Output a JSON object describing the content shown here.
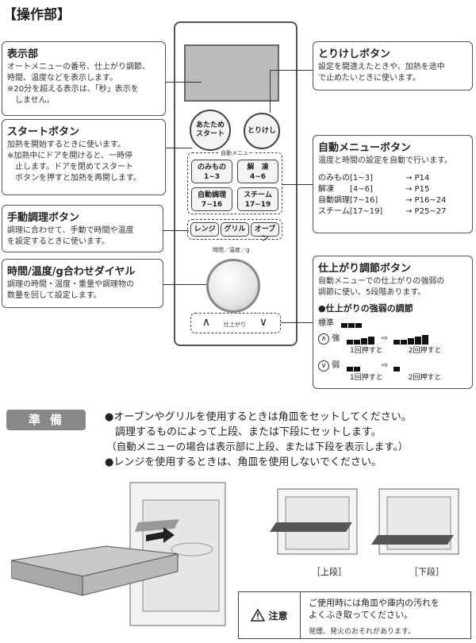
{
  "title": "【操作部】",
  "callouts": {
    "display": {
      "title": "表示部",
      "body": "オートメニューの番号、仕上がり調節、\n時間、温度などを表示します。\n※20分を超える表示は、「秒」表示を\n　しません。"
    },
    "start": {
      "title": "スタートボタン",
      "body": "加熱を開始するときに使います。\n※加熱中にドアを開けると、一時停\n　止します。ドアを閉めてスタート\n　ボタンを押すと加熱を再開します。"
    },
    "manual": {
      "title": "手動調理ボタン",
      "body": "調理に合わせて、手動で時間や温度\nを設定するときに使います。"
    },
    "dial": {
      "title": "時間/温度/g合わせダイヤル",
      "body": "調理の時間・温度・重量や調理物の\n数量を回して設定します。"
    },
    "cancel": {
      "title": "とりけしボタン",
      "body": "設定を間違えたときや、加熱を途中\nで止めたいときに使います。"
    },
    "auto": {
      "title": "自動メニューボタン",
      "body": "温度と時間の設定を自動で行います。"
    },
    "finish": {
      "title": "仕上がり調節ボタン",
      "body": "自動メニューでの仕上がりの強弱の\n調節に使い、5段階あります。"
    }
  },
  "auto_pages": [
    {
      "name": "のみもの[1~3]",
      "page": "→ P14"
    },
    {
      "name": "解凍　　[4~6]",
      "page": "→ P15"
    },
    {
      "name": "自動調理[7~16]",
      "page": "→ P16~24"
    },
    {
      "name": "スチーム[17~19]",
      "page": "→ P25~27"
    }
  ],
  "strength": {
    "heading": "●仕上がりの強弱の調節",
    "standard": "標準",
    "strong": "強",
    "weak": "弱",
    "once": "1回押すと",
    "twice": "2回押すと"
  },
  "panel": {
    "start_btn": "あたため\nスタート",
    "cancel_btn": "とりけし",
    "auto_menu_label": "自動メニュー",
    "drink_btn": "のみもの\n1~3",
    "thaw_btn": "解　凍\n4~6",
    "auto_cook_btn": "自動調理\n7~16",
    "steam_btn": "スチーム\n17~19",
    "range_btn": "レンジ",
    "grill_btn": "グリル",
    "oven_btn": "オーブン",
    "dial_label": "時間／温度／g",
    "up_btn": "∧",
    "finish_label": "仕上がり",
    "down_btn": "∨"
  },
  "prep": {
    "badge": "準備",
    "line1": "●オーブンやグリルを使用するときは角皿をセットしてください。",
    "line2": "　調理するものによって上段、または下段にセットします。",
    "line3": "　（自動メニューの場合は表示部に上段、または下段を表示します。）",
    "line4": "●レンジを使用するときは、角皿を使用しないでください。",
    "upper": "［上段］",
    "lower": "［下段］"
  },
  "caution": {
    "label": "注意",
    "text1": "ご使用時には角皿や庫内の汚れを",
    "text2": "よくふき取ってください。",
    "text3": "発煙、発火のおそれがあります。"
  }
}
